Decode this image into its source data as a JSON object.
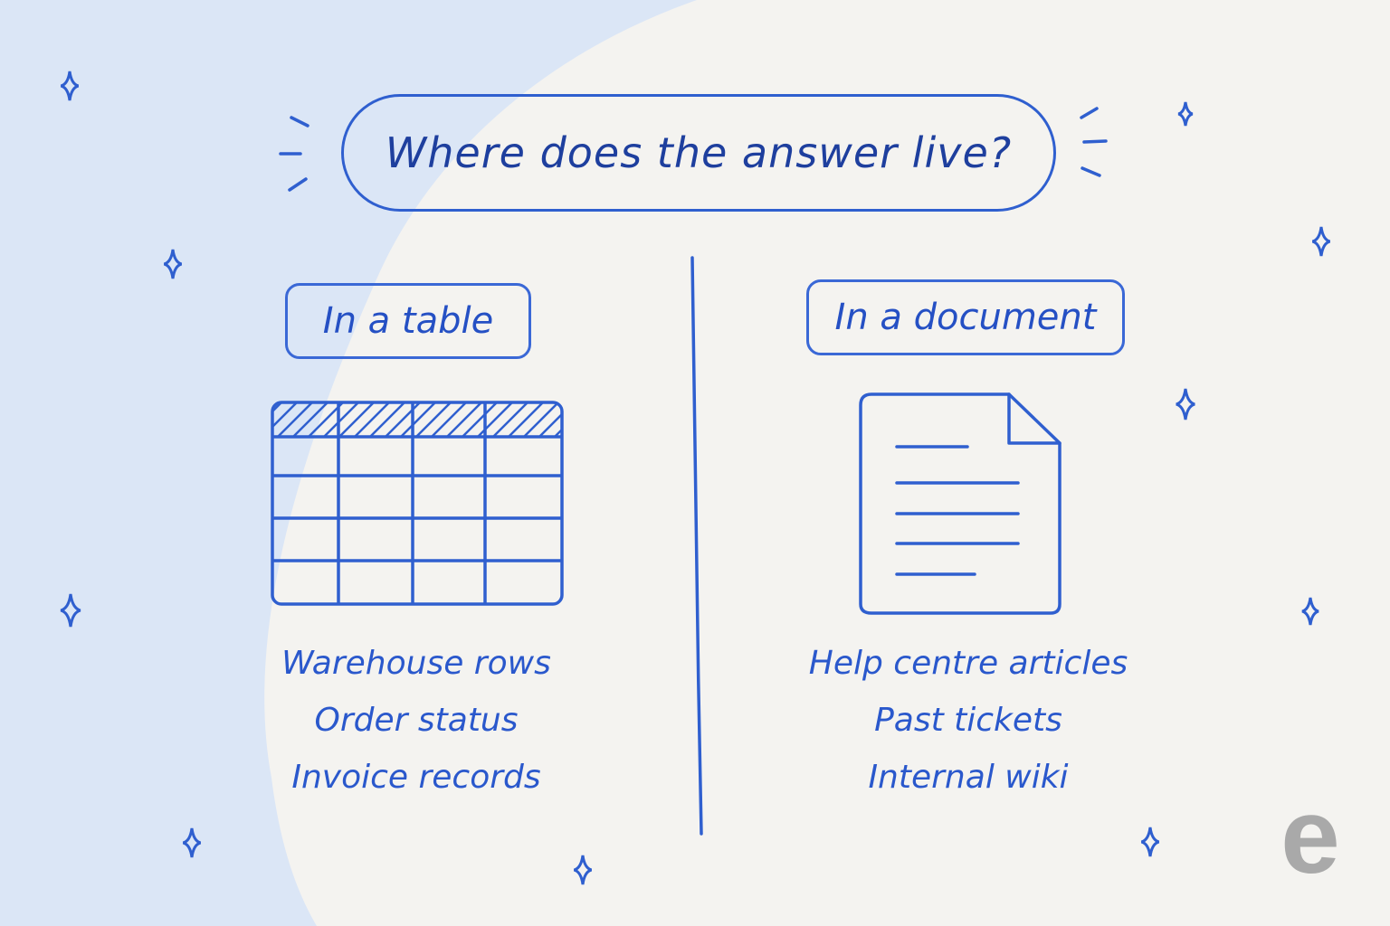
{
  "title": "Where does the answer live?",
  "left": {
    "label": "In a table",
    "items": [
      "Warehouse rows",
      "Order status",
      "Invoice records"
    ]
  },
  "right": {
    "label": "In a document",
    "items": [
      "Help centre articles",
      "Past tickets",
      "Internal wiki"
    ]
  },
  "logo_letter": "e",
  "colors": {
    "ink": "#2f5fcf",
    "title_text": "#1e3f9e",
    "background": "#f4f3f0",
    "background_blob": "#dbe6f6",
    "logo": "#a9a9a9"
  },
  "icons": [
    "table-icon",
    "document-icon",
    "sparkle-icon"
  ]
}
